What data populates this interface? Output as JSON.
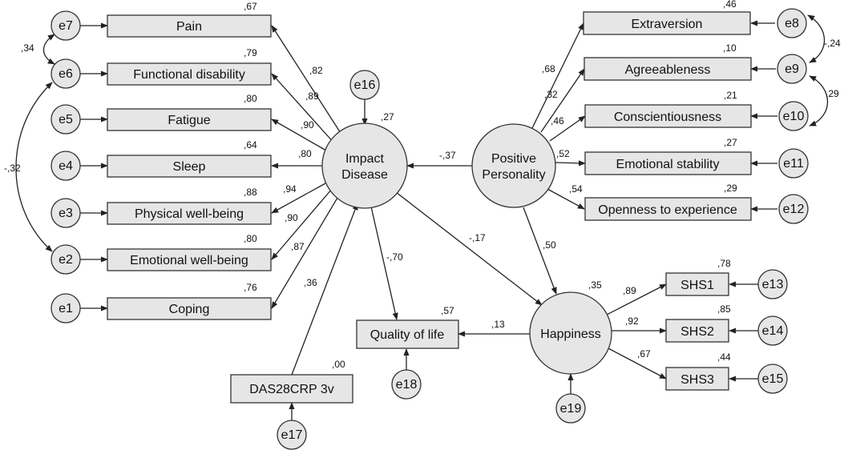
{
  "observed": {
    "pain": "Pain",
    "functional": "Functional disability",
    "fatigue": "Fatigue",
    "sleep": "Sleep",
    "physical": "Physical well-being",
    "emotional_wb": "Emotional well-being",
    "coping": "Coping",
    "extraversion": "Extraversion",
    "agreeableness": "Agreeableness",
    "conscientiousness": "Conscientiousness",
    "emotional_stability": "Emotional stability",
    "openness": "Openness to experience",
    "shs1": "SHS1",
    "shs2": "SHS2",
    "shs3": "SHS3",
    "quality_of_life": "Quality of life",
    "das28": "DAS28CRP 3v"
  },
  "latent": {
    "impact": [
      "Impact",
      "Disease"
    ],
    "positive": [
      "Positive",
      "Personality"
    ],
    "happiness": "Happiness"
  },
  "errors": {
    "e1": "e1",
    "e2": "e2",
    "e3": "e3",
    "e4": "e4",
    "e5": "e5",
    "e6": "e6",
    "e7": "e7",
    "e8": "e8",
    "e9": "e9",
    "e10": "e10",
    "e11": "e11",
    "e12": "e12",
    "e13": "e13",
    "e14": "e14",
    "e15": "e15",
    "e16": "e16",
    "e17": "e17",
    "e18": "e18",
    "e19": "e19"
  },
  "r_squared": {
    "pain": ",67",
    "functional": ",79",
    "fatigue": ",80",
    "sleep": ",64",
    "physical": ",88",
    "emotional_wb": ",80",
    "coping": ",76",
    "extraversion": ",46",
    "agreeableness": ",10",
    "conscientiousness": ",21",
    "emotional_stability": ",27",
    "openness": ",29",
    "shs1": ",78",
    "shs2": ",85",
    "shs3": ",44",
    "impact": ",27",
    "happiness": ",35",
    "quality_of_life": ",57",
    "das28": ",00"
  },
  "loadings": {
    "impact_pain": ",82",
    "impact_functional": ",89",
    "impact_fatigue": ",90",
    "impact_sleep": ",80",
    "impact_physical": ",94",
    "impact_emotional_wb": ",90",
    "impact_coping": ",87",
    "positive_extraversion": ",68",
    "positive_agreeableness": ",32",
    "positive_conscientiousness": ",46",
    "positive_emotional_stability": ",52",
    "positive_openness": ",54",
    "happiness_shs1": ",89",
    "happiness_shs2": ",92",
    "happiness_shs3": ",67"
  },
  "paths": {
    "positive_impact": "-,37",
    "impact_qol": "-,70",
    "impact_happiness": "-,17",
    "positive_happiness": ",50",
    "happiness_qol": ",13",
    "das28_impact": ",36"
  },
  "covariances": {
    "e7_e6": ",34",
    "e6_e2": "-,32",
    "e8_e9": "-,24",
    "e9_e10": ",29"
  }
}
